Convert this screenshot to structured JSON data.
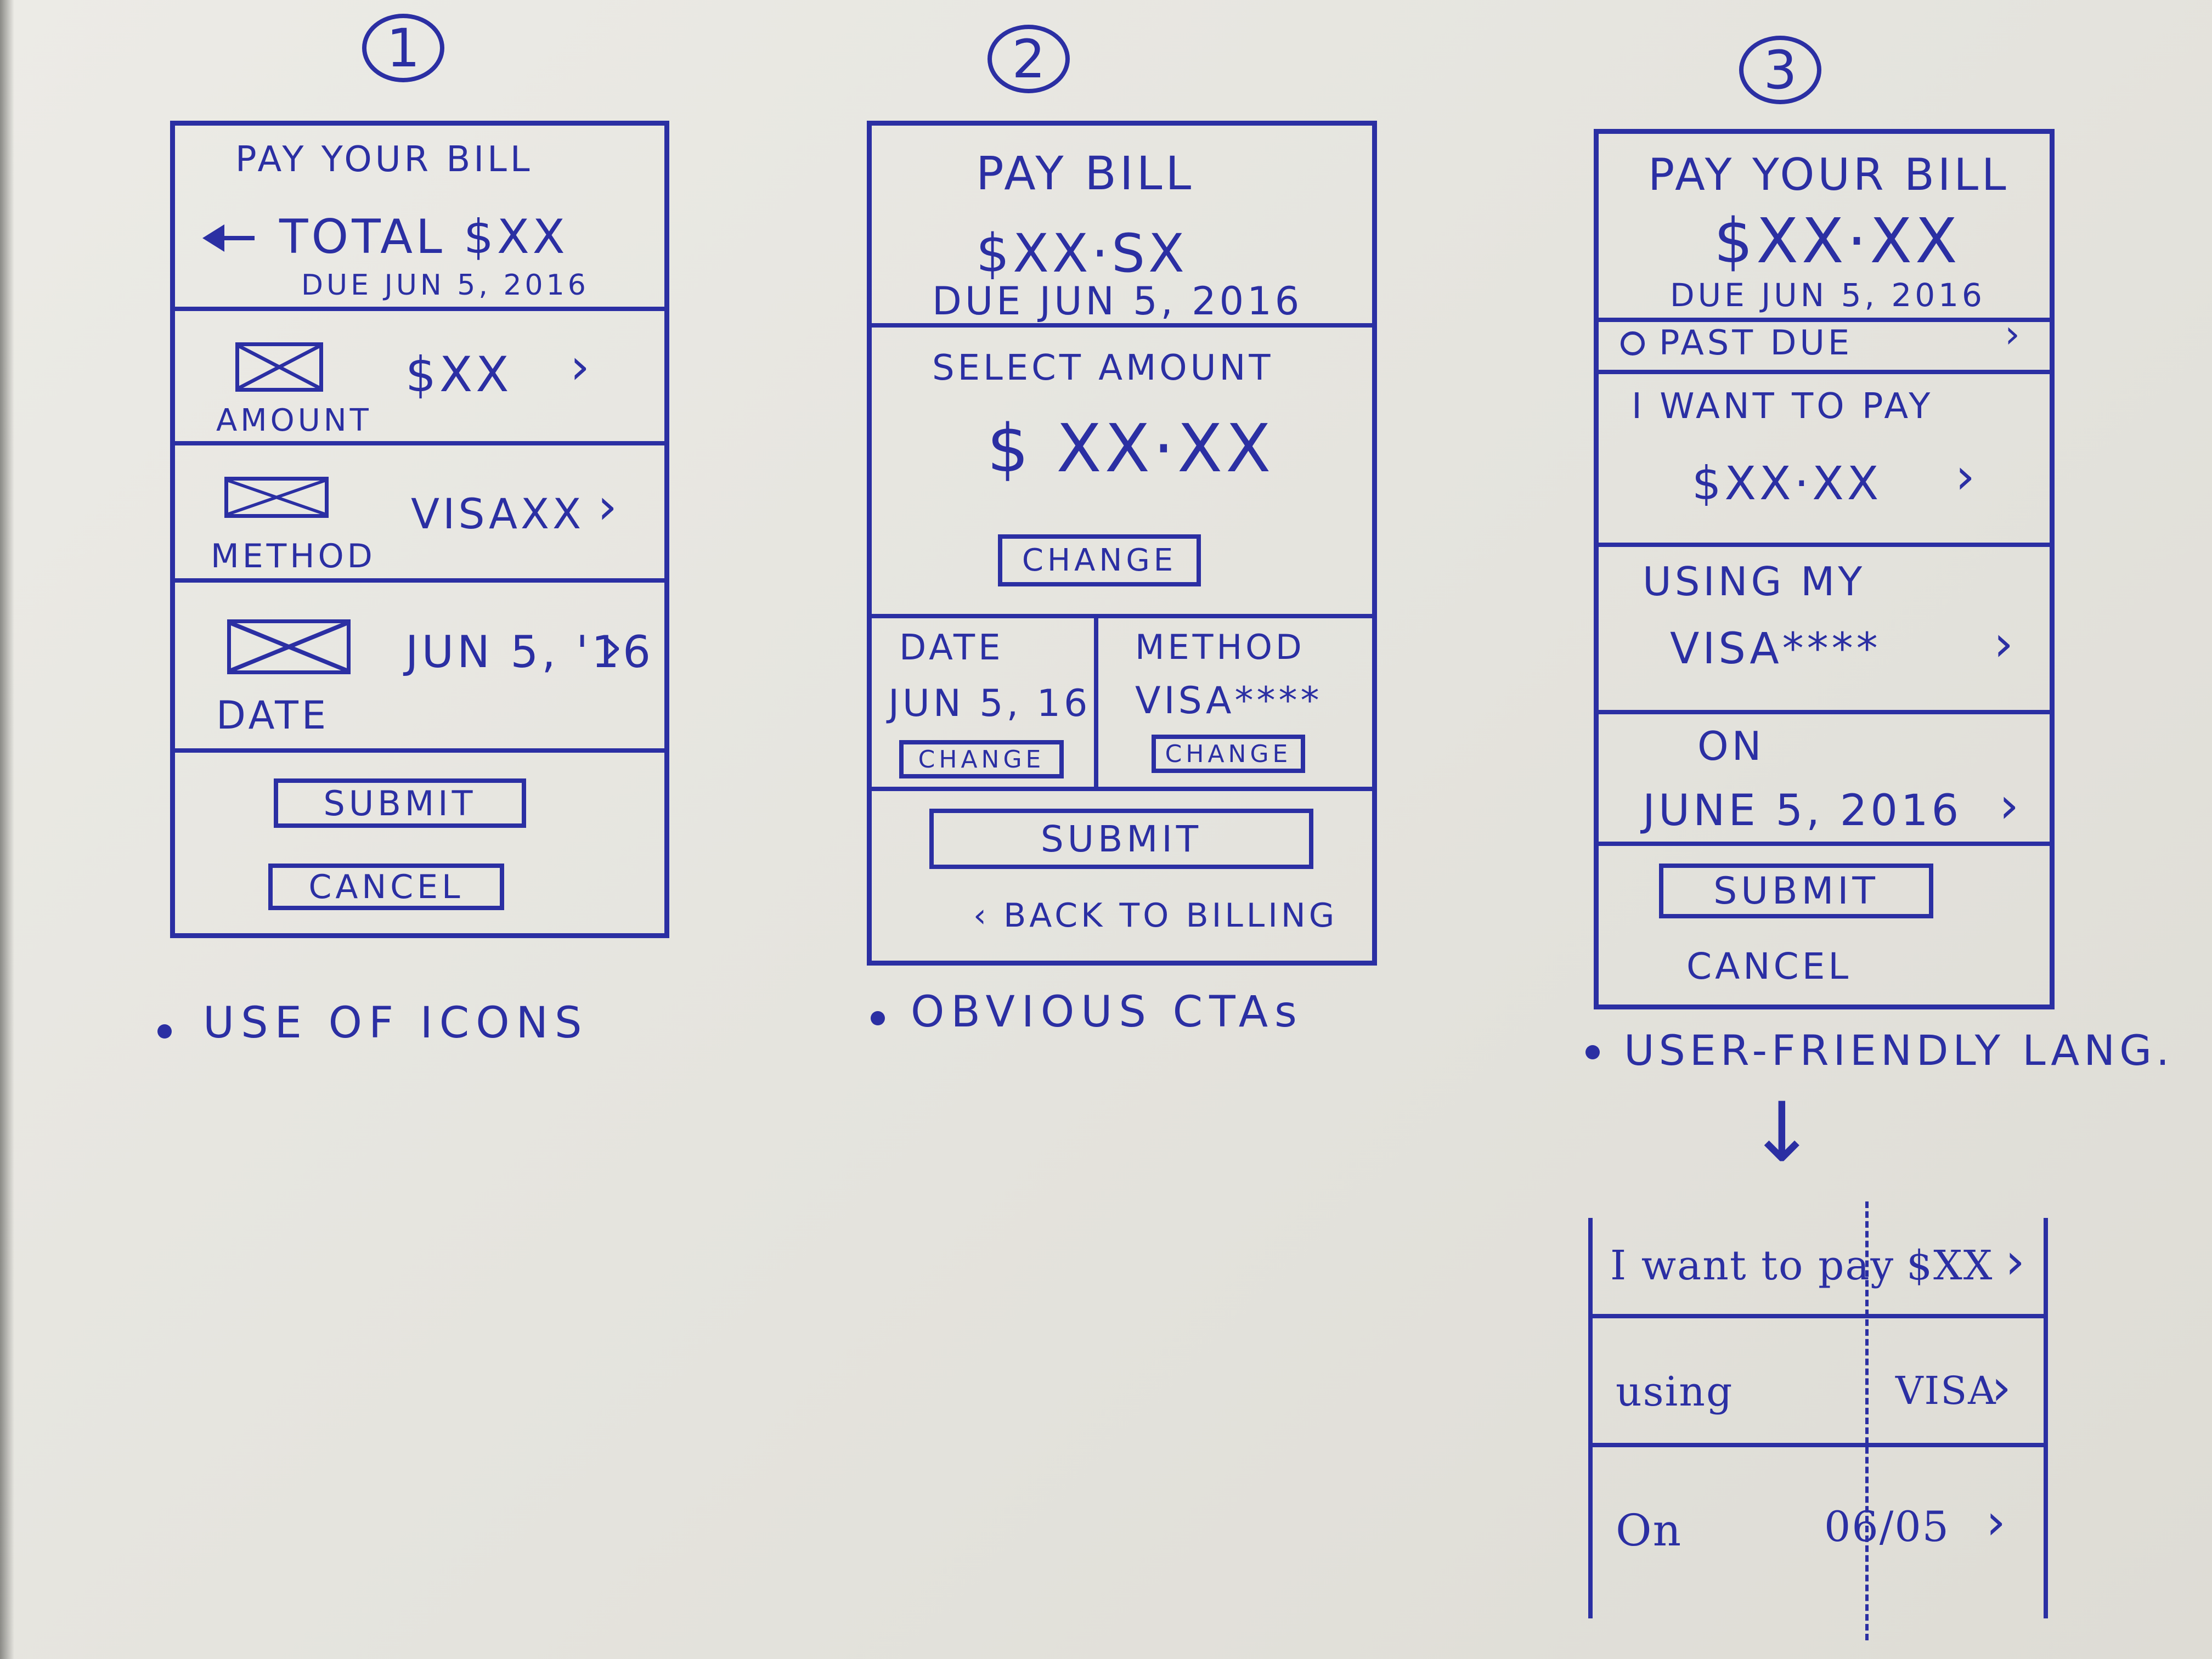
{
  "sketch1": {
    "number": "1",
    "title": "PAY YOUR BILL",
    "total": "TOTAL $XX",
    "due": "DUE JUN 5, 2016",
    "amount_value": "$XX",
    "amount_label": "AMOUNT",
    "method_value": "VISAXX",
    "method_label": "METHOD",
    "date_value": "JUN 5, '16",
    "date_label": "DATE",
    "submit": "SUBMIT",
    "cancel": "CANCEL",
    "note": "USE OF ICONS"
  },
  "sketch2": {
    "number": "2",
    "title": "PAY BILL",
    "total": "$XX·SX",
    "due": "DUE JUN 5, 2016",
    "select_amount": "SELECT AMOUNT",
    "amount": "$ XX·XX",
    "change": "CHANGE",
    "date_label": "DATE",
    "date_value": "JUN 5, 16'",
    "date_change": "CHANGE",
    "method_label": "METHOD",
    "method_value": "VISA****",
    "method_change": "CHANGE",
    "submit": "SUBMIT",
    "back": "‹ BACK TO BILLING",
    "note": "OBVIOUS CTAs"
  },
  "sketch3": {
    "number": "3",
    "title": "PAY YOUR BILL",
    "total": "$XX·XX",
    "due": "DUE JUN 5, 2016",
    "past_due": "PAST DUE",
    "want_label": "I WANT TO PAY",
    "want_value": "$XX·XX",
    "using_label": "USING MY",
    "using_value": "VISA****",
    "on_label": "ON",
    "on_value": "JUNE 5, 2016",
    "submit": "SUBMIT",
    "cancel": "CANCEL",
    "note": "USER-FRIENDLY LANG.",
    "arrow": "↓"
  },
  "detail": {
    "row1_label": "I want to pay",
    "row1_value": "$XX",
    "row2_label": "using",
    "row2_value": "VISA",
    "row3_label": "On",
    "row3_value": "06/05"
  },
  "icons": {
    "chevron": "›",
    "speaker": "speaker-icon",
    "image_placeholder": "image-placeholder-icon",
    "alert": "alert-icon"
  },
  "colors": {
    "ink": "#2b2fa3",
    "paper": "#e8e7e1"
  }
}
